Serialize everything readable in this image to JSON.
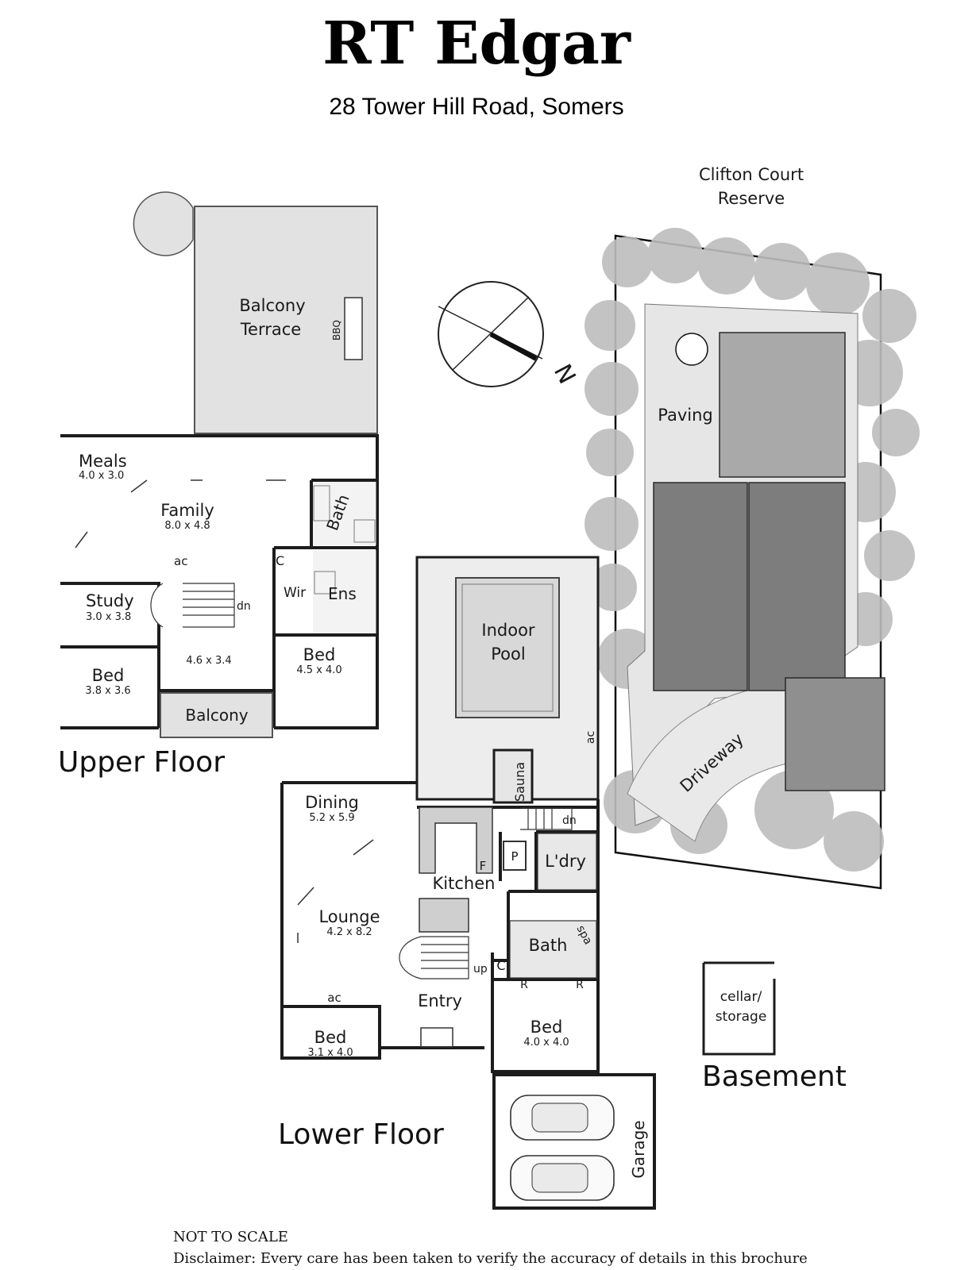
{
  "header": {
    "brand": "RT Edgar",
    "address": "28 Tower Hill Road, Somers"
  },
  "compass": {
    "north_label": "N"
  },
  "site": {
    "reserve_line1": "Clifton Court",
    "reserve_line2": "Reserve",
    "paving": "Paving",
    "driveway": "Driveway"
  },
  "upper_floor": {
    "title": "Upper Floor",
    "balcony_terrace_1": "Balcony",
    "balcony_terrace_2": "Terrace",
    "bbq": "BBQ",
    "meals": {
      "name": "Meals",
      "dims": "4.0 x 3.0"
    },
    "family": {
      "name": "Family",
      "dims": "8.0 x 4.8"
    },
    "bath": "Bath",
    "c": "C",
    "wir": "Wir",
    "ens": "Ens",
    "ac": "ac",
    "dn": "dn",
    "study": {
      "name": "Study",
      "dims": "3.0 x 3.8"
    },
    "landing": {
      "dims": "4.6 x 3.4"
    },
    "bed1": {
      "name": "Bed",
      "dims": "4.5 x 4.0"
    },
    "bed2": {
      "name": "Bed",
      "dims": "3.8 x 3.6"
    },
    "balcony": "Balcony"
  },
  "lower_floor": {
    "title": "Lower Floor",
    "indoor_pool_1": "Indoor",
    "indoor_pool_2": "Pool",
    "ac": "ac",
    "sauna": "Sauna",
    "dn": "dn",
    "dining": {
      "name": "Dining",
      "dims": "5.2 x 5.9"
    },
    "kitchen": "Kitchen",
    "f": "F",
    "p": "P",
    "laundry": "L'dry",
    "lounge": {
      "name": "Lounge",
      "dims": "4.2 x 8.2"
    },
    "bath": "Bath",
    "spa": "spa",
    "up": "up",
    "c": "C",
    "r1": "R",
    "r2": "R",
    "ac2": "ac",
    "entry": "Entry",
    "bed1": {
      "name": "Bed",
      "dims": "3.1 x 4.0"
    },
    "bed2": {
      "name": "Bed",
      "dims": "4.0 x 4.0"
    },
    "garage": "Garage"
  },
  "basement": {
    "title": "Basement",
    "cellar_1": "cellar/",
    "cellar_2": "storage"
  },
  "footer": {
    "scale": "NOT TO SCALE",
    "disclaimer": "Disclaimer: Every care has been taken to verify the accuracy of details in this brochure"
  }
}
